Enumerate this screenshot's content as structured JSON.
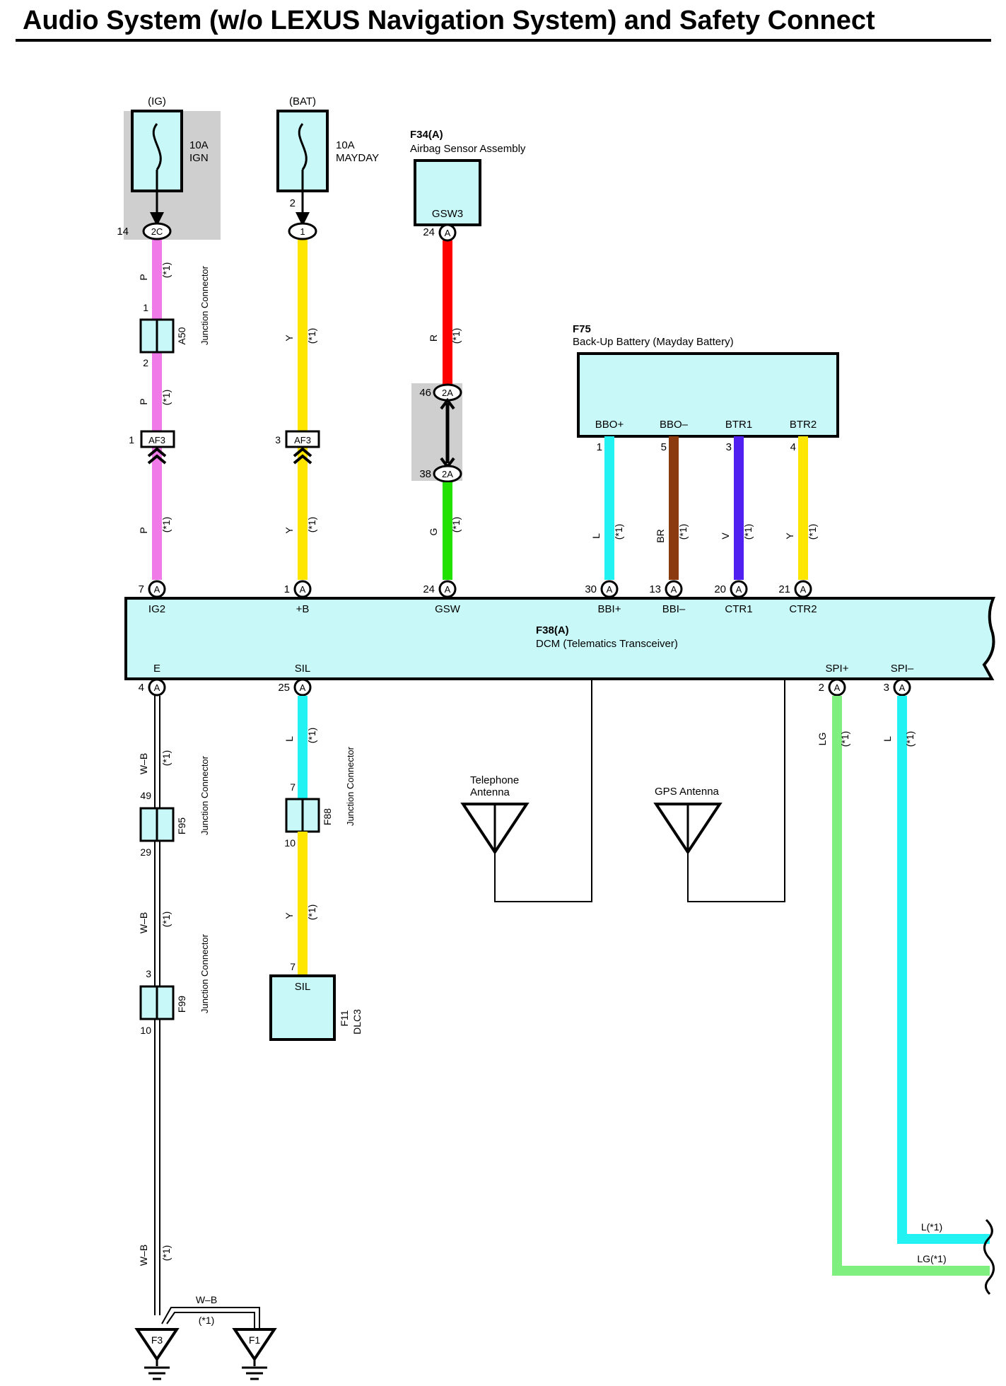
{
  "title": "Audio System (w/o LEXUS Navigation System) and Safety Connect",
  "colors": {
    "pink": "#f07ae8",
    "yellow": "#ffe600",
    "red": "#ff0000",
    "green": "#22e000",
    "cyan": "#22f2f2",
    "brown": "#8b3a10",
    "violet": "#5020f0",
    "light_green": "#7fef7f",
    "box_fill": "#c8f8f8",
    "gray": "#cfcfcf"
  },
  "fuses": {
    "ig": {
      "source": "(IG)",
      "rating": "10A",
      "name": "IGN",
      "pin": "14",
      "conn": "2C"
    },
    "bat": {
      "source": "(BAT)",
      "rating": "10A",
      "name": "MAYDAY",
      "pin_top": "2",
      "conn": "1"
    }
  },
  "airbag": {
    "code": "F34(A)",
    "name": "Airbag Sensor Assembly",
    "terminal": "GSW3",
    "pin": "24",
    "conn": "A"
  },
  "backup_battery": {
    "code": "F75",
    "name": "Back-Up Battery (Mayday Battery)",
    "terminals": [
      "BBO+",
      "BBO–",
      "BTR1",
      "BTR2"
    ],
    "pins": [
      "1",
      "5",
      "3",
      "4"
    ]
  },
  "dcm": {
    "code": "F38(A)",
    "name": "DCM (Telematics Transceiver)",
    "top_terms": [
      "IG2",
      "+B",
      "GSW",
      "BBI+",
      "BBI–",
      "CTR1",
      "CTR2"
    ],
    "top_pins": [
      "7",
      "1",
      "24",
      "30",
      "13",
      "20",
      "21"
    ],
    "bottom_terms": [
      "E",
      "SIL",
      "SPI+",
      "SPI–"
    ],
    "bottom_pins": [
      "4",
      "25",
      "2",
      "3"
    ],
    "conn": "A"
  },
  "wire_labels": {
    "p": "P",
    "y": "Y",
    "r": "R",
    "g": "G",
    "l": "L",
    "br": "BR",
    "v": "V",
    "wb": "W–B",
    "lg": "LG",
    "note": "(*1)"
  },
  "connectors": {
    "a50": {
      "code": "A50",
      "name": "Junction Connector",
      "pin_top": "1",
      "pin_bottom": "2"
    },
    "af3_p": {
      "pin": "1",
      "conn": "AF3"
    },
    "af3_y": {
      "pin": "3",
      "conn": "AF3"
    },
    "c2a": {
      "pin_top": "46",
      "pin_bottom": "38",
      "conn": "2A"
    },
    "f95": {
      "code": "F95",
      "name": "Junction Connector",
      "pin_top": "49",
      "pin_bottom": "29"
    },
    "f99": {
      "code": "F99",
      "name": "Junction Connector",
      "pin_top": "3",
      "pin_bottom": "10"
    },
    "f88": {
      "code": "F88",
      "name": "Junction Connector",
      "pin_top": "7",
      "pin_bottom": "10"
    },
    "f11": {
      "code": "F11",
      "name": "DLC3",
      "terminal": "SIL",
      "pin": "7"
    }
  },
  "antennas": {
    "telephone_line1": "Telephone",
    "telephone_line2": "Antenna",
    "gps": "GPS Antenna"
  },
  "continuation": {
    "l": "L(*1)",
    "lg": "LG(*1)"
  },
  "grounds": {
    "f3": "F3",
    "f1": "F1",
    "wire": "W–B",
    "note": "(*1)"
  }
}
